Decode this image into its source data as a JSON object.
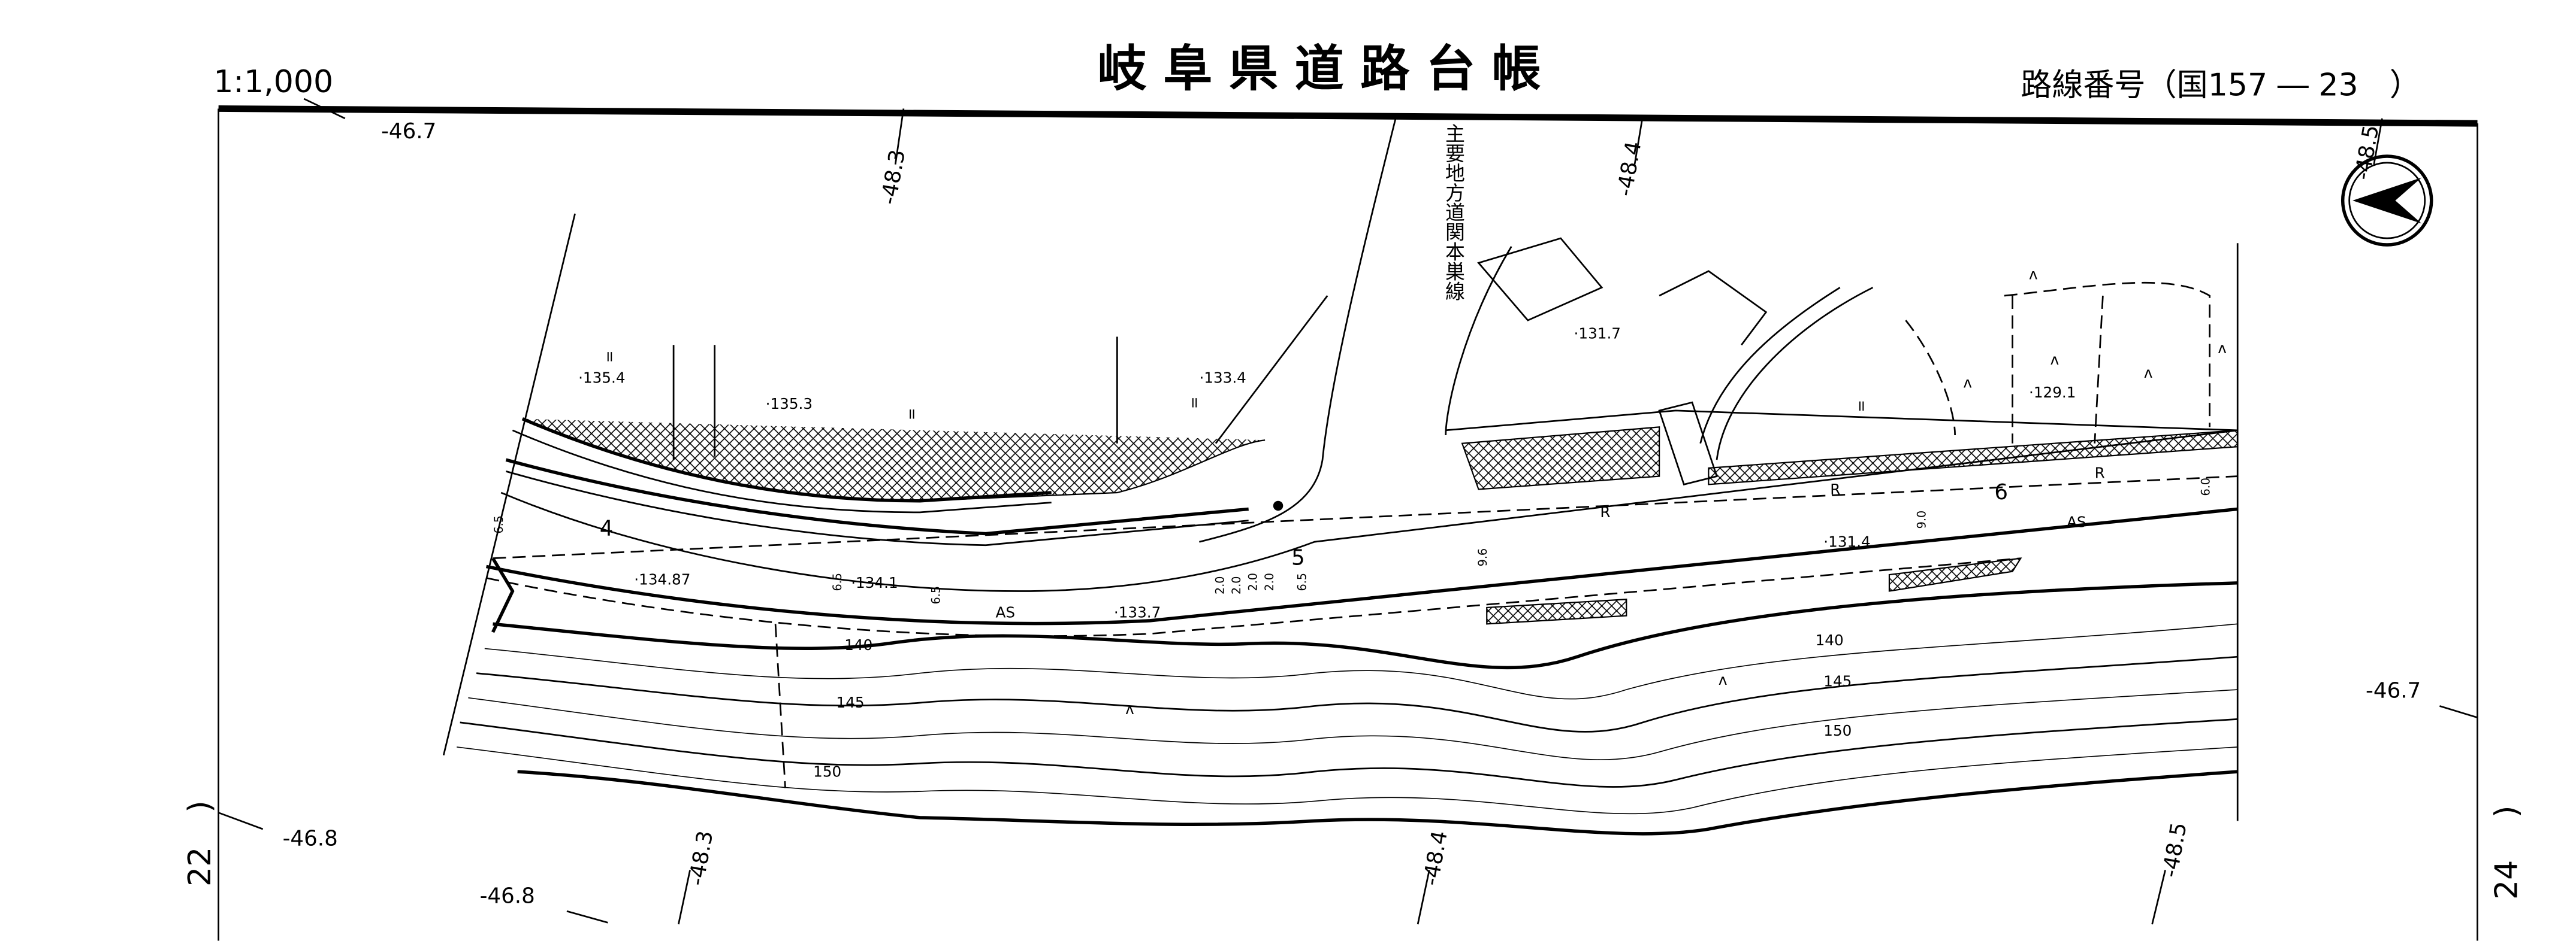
{
  "header": {
    "scale": "1:1,000",
    "title": "岐阜県道路台帳",
    "route_number": "路線番号（国157 ― 23　）"
  },
  "sheet": {
    "left_sheet": "22",
    "right_sheet": "24",
    "paren": ")"
  },
  "grid_labels": {
    "top_left": "-46.7",
    "top_a": "-48.3",
    "top_b": "-48.4",
    "top_c": "-48.5",
    "right": "-46.7",
    "left_bottom": "-46.8",
    "bottom_left": "-46.8",
    "bottom_a": "-48.3",
    "bottom_b": "-48.4",
    "bottom_c": "-48.5"
  },
  "road_name": "主要地方道関本巣線",
  "elevations": [
    "·135.4",
    "·135.3",
    "·133.4",
    "·131.7",
    "·129.1",
    "·134.87",
    "·134.1",
    "·133.7",
    "·131.4"
  ],
  "stations": [
    "4",
    "5",
    "6"
  ],
  "surface": [
    "AS",
    "AS"
  ],
  "retaining": [
    "R",
    "R",
    "R"
  ],
  "contours": [
    "140",
    "145",
    "150",
    "140",
    "145",
    "150"
  ],
  "widths": [
    "6.5",
    "6.5",
    "6.5",
    "6.5",
    "2.0",
    "2.0",
    "2.0",
    "2.0",
    "9.6",
    "9.0",
    "6.0"
  ],
  "symbols": {
    "field": "॥",
    "forest": "ʌ",
    "north_arrow": "north-arrow"
  }
}
